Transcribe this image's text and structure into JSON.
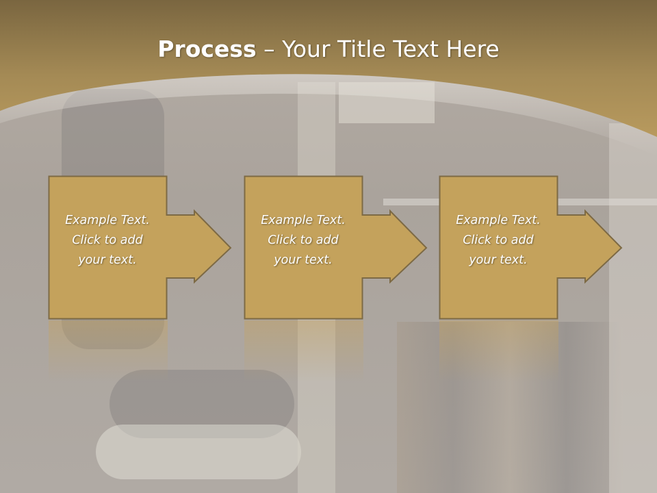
{
  "title": {
    "bold": "Process",
    "rest": " – Your Title Text Here"
  },
  "steps": [
    {
      "text": "Example Text.\nClick  to add\nyour text."
    },
    {
      "text": "Example Text.\nClick  to add\nyour text."
    },
    {
      "text": "Example Text.\nClick  to add\nyour text."
    }
  ],
  "colors": {
    "band": "#a48a55",
    "box": "#c4a25c",
    "box_border": "#7d6a45"
  }
}
